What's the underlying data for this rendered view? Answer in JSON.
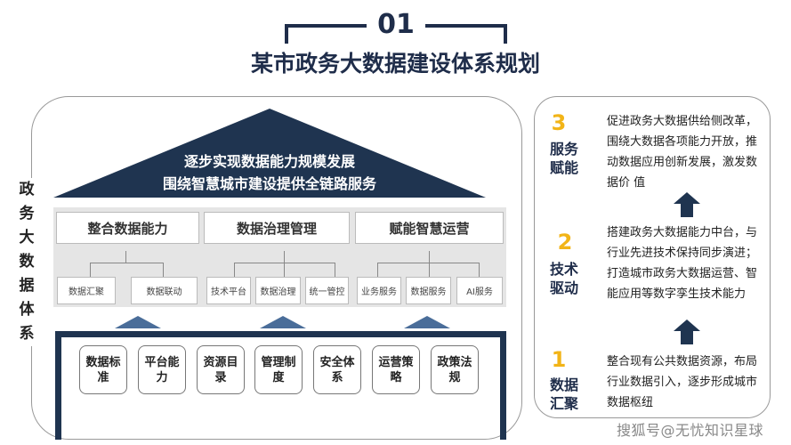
{
  "header": {
    "number": "01",
    "title": "某市政务大数据建设体系规划"
  },
  "left": {
    "vertical_label": "政务大数据体系",
    "roof": {
      "line1": "逐步实现数据能力规模发展",
      "line2": "围绕智慧城市建设提供全链路服务"
    },
    "pillars": [
      {
        "title": "整合数据能力",
        "items": [
          "数据汇聚",
          "数据联动"
        ]
      },
      {
        "title": "数据治理管理",
        "items": [
          "技术平台",
          "数据治理",
          "统一管控"
        ]
      },
      {
        "title": "赋能智慧运营",
        "items": [
          "业务服务",
          "数据服务",
          "AI服务"
        ]
      }
    ],
    "foundation": [
      "数据标准",
      "平台能力",
      "资源目录",
      "管理制度",
      "安全体系",
      "运营策略",
      "政策法规"
    ]
  },
  "right": {
    "steps": [
      {
        "number": "3",
        "label": "服务赋能",
        "text": "促进政务大数据供给侧改革，围绕大数据各项能力开放，推动数据应用创新发展，激发数据价 值"
      },
      {
        "number": "2",
        "label": "技术驱动",
        "text": "搭建政务大数据能力中台，与行业先进技术保持同步演进；打造城市政务大数据运营、智能应用等数字孪生技术能力"
      },
      {
        "number": "1",
        "label": "数据汇聚",
        "text": "整合现有公共数据资源，布局行业数据引入，逐步形成城市数据枢纽"
      }
    ]
  },
  "watermark": "搜狐号@无忧知识星球",
  "colors": {
    "navy": "#1f3450",
    "accent": "#f2b417",
    "triangle_blue": "#4a6d99"
  }
}
